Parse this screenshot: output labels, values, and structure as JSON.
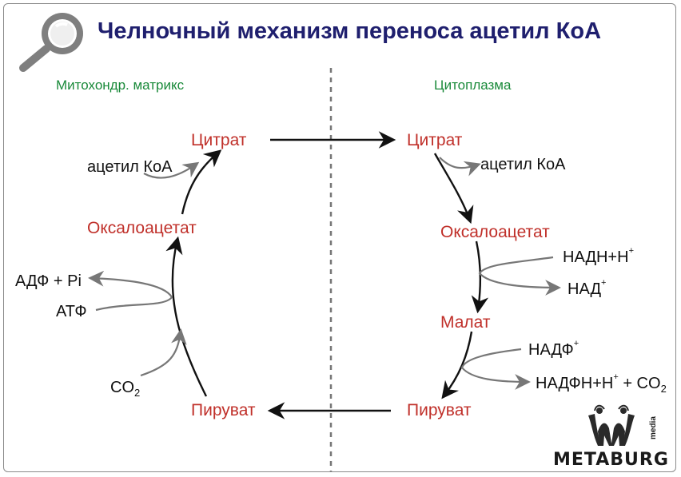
{
  "title": "Челночный механизм переноса ацетил КоА",
  "regions": {
    "left": "Митохондр. матрикс",
    "right": "Цитоплазма"
  },
  "left_cycle": {
    "citrate": "Цитрат",
    "acetyl_coa": "ацетил КоА",
    "oxaloacetate": "Оксалоацетат",
    "adp_pi": "АДФ + Pi",
    "atp": "АТФ",
    "co2": "CO",
    "co2_sub": "2",
    "pyruvate": "Пируват"
  },
  "right_cycle": {
    "citrate": "Цитрат",
    "acetyl_coa": "ацетил КоА",
    "oxaloacetate": "Оксалоацетат",
    "nadh": "НАДН+Н",
    "nadh_sup": "+",
    "nad": "НАД",
    "nad_sup": "+",
    "malate": "Малат",
    "nadp": "НАДФ",
    "nadp_sup": "+",
    "nadph": "НАДФН+Н",
    "nadph_sup": "+",
    "nadph_tail": " + CO",
    "nadph_co2_sub": "2",
    "pyruvate": "Пируват"
  },
  "logo": {
    "text": "METABURG",
    "sub": "media"
  },
  "colors": {
    "title": "#1f1f6e",
    "region": "#1a8a3a",
    "metabolite": "#c0302a",
    "main_arrow": "#111111",
    "side_arrow": "#777777"
  }
}
